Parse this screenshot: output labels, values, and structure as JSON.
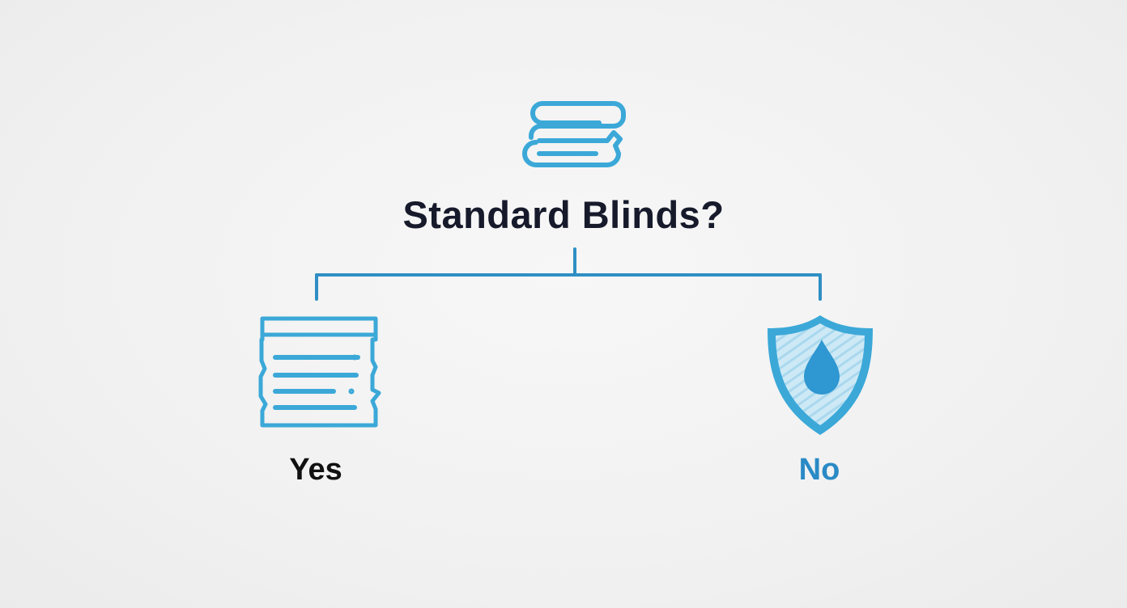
{
  "question": {
    "text": "Standard Blinds?",
    "icon": "rolled-blind-icon"
  },
  "branches": [
    {
      "label": "Yes",
      "icon": "standard-blinds-icon"
    },
    {
      "label": "No",
      "icon": "water-resistant-shield-icon"
    }
  ],
  "colors": {
    "accent": "#3ba8d8",
    "accent_light": "#bfe3f2",
    "connector": "#2f8fc4",
    "question_text": "#161a2b",
    "yes_text": "#111111",
    "no_text": "#2a8ac6"
  }
}
